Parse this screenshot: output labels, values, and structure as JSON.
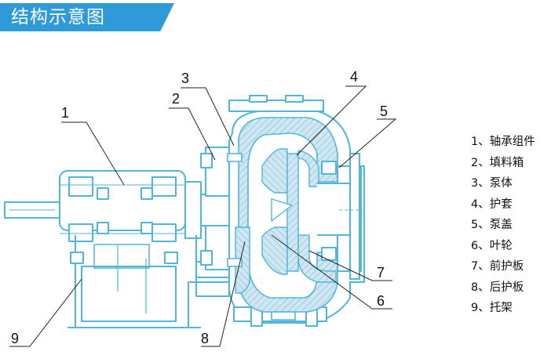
{
  "header": {
    "title": "结构示意图"
  },
  "colors": {
    "banner": "#2e9ad8",
    "outline": "#4fb6dd",
    "liner_fill": "#cfe7f2",
    "liner_hatch": "#8bbfd6",
    "leader": "#222222"
  },
  "callouts": [
    "1",
    "2",
    "3",
    "4",
    "5",
    "6",
    "7",
    "8",
    "9"
  ],
  "legend": {
    "items": [
      "1、轴承组件",
      "2、填料箱",
      "3、泵体",
      "4、护套",
      "5、泵盖",
      "6、叶轮",
      "7、前护板",
      "8、后护板",
      "9、托架"
    ]
  }
}
